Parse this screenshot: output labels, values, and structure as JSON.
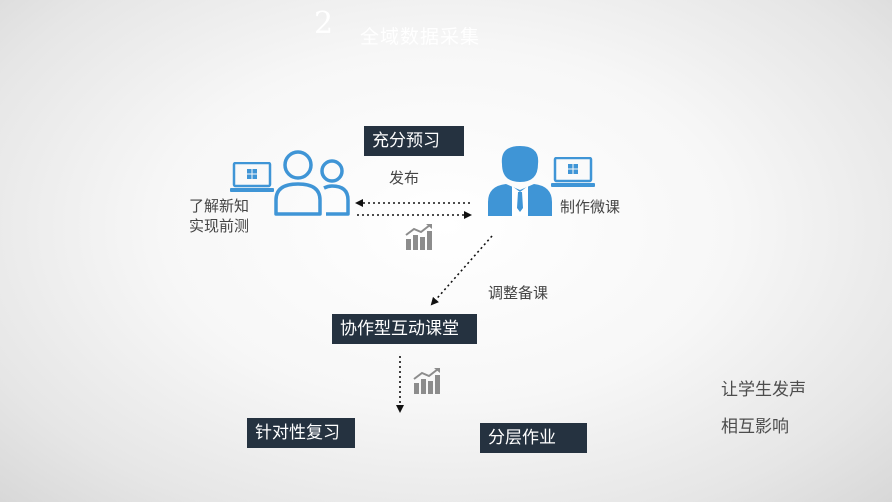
{
  "header": {
    "number": "2",
    "title": "全域数据采集"
  },
  "labels": {
    "prep": "充分预习",
    "publish": "发布",
    "learn_line1": "了解新知",
    "learn_line2": "实现前测",
    "make": "制作微课",
    "adjust": "调整备课",
    "classroom": "协作型互动课堂",
    "review": "针对性复习",
    "homework": "分层作业",
    "voice_line1": "让学生发声",
    "voice_line2": "相互影响"
  },
  "colors": {
    "accent": "#3f95d6",
    "dark_box": "#253240",
    "chart_icon": "#8c8c8c"
  },
  "icons": [
    "laptop-icon",
    "students-icon",
    "teacher-icon",
    "chart-icon"
  ]
}
